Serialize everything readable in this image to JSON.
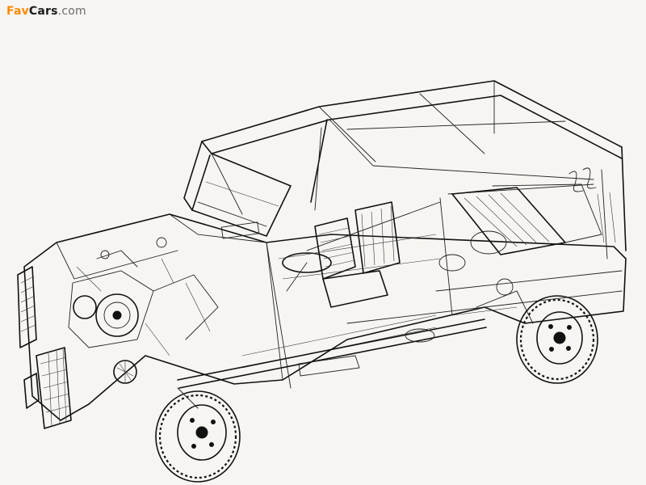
{
  "watermark": {
    "part1": "Fav",
    "part2": "Cars",
    "part3": ".com"
  },
  "colors": {
    "background": "#f6f5f1",
    "ink": "#111111",
    "watermark_accent": "#ff8a00"
  }
}
